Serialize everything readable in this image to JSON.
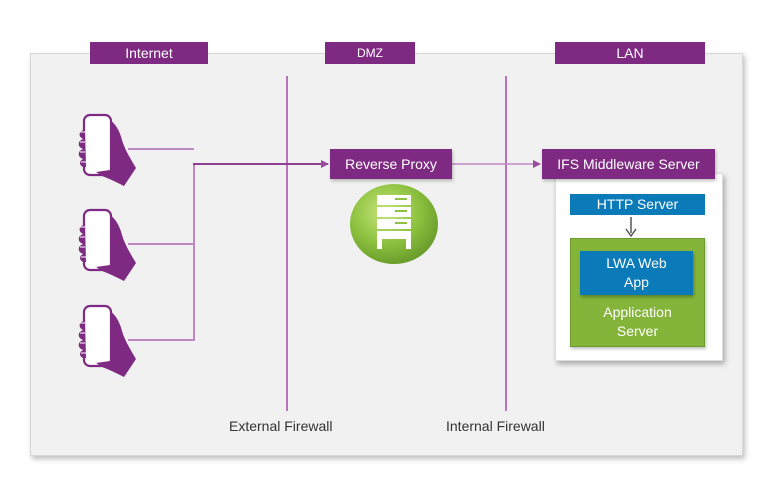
{
  "zones": {
    "internet": "Internet",
    "dmz": "DMZ",
    "lan": "LAN"
  },
  "components": {
    "reverse_proxy": "Reverse Proxy",
    "middleware_server": "IFS Middleware Server",
    "http_server": "HTTP Server",
    "lwa_web_app": "LWA Web App",
    "application_server": "Application Server"
  },
  "firewalls": {
    "external": "External Firewall",
    "internal": "Internal Firewall"
  },
  "icons": {
    "client_device": "mobile-hand-icon",
    "proxy": "server-rack-icon"
  },
  "colors": {
    "zone_purple": "#7e2a82",
    "line_purple": "#b873bb",
    "server_green": "#84b53a",
    "component_blue": "#0a7ab8"
  }
}
